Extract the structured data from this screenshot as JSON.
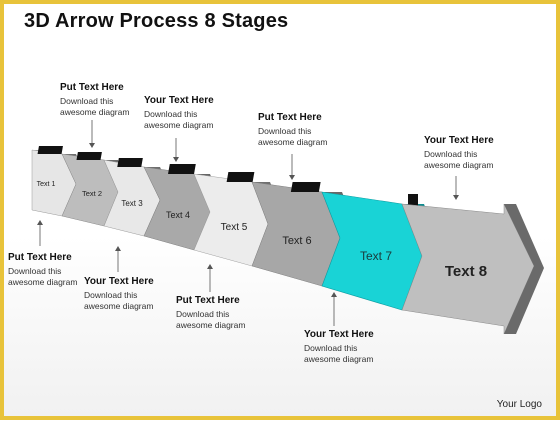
{
  "title": "3D Arrow Process 8 Stages",
  "logo_text": "Your Logo",
  "accent_color": "#19d3d6",
  "stages": [
    {
      "label": "Text 1"
    },
    {
      "label": "Text 2"
    },
    {
      "label": "Text 3"
    },
    {
      "label": "Text 4"
    },
    {
      "label": "Text 5"
    },
    {
      "label": "Text 6"
    },
    {
      "label": "Text 7"
    },
    {
      "label": "Text 8"
    }
  ],
  "callouts": [
    {
      "heading": "Put Text Here",
      "body": "Download this awesome diagram"
    },
    {
      "heading": "Your Text Here",
      "body": "Download this awesome diagram"
    },
    {
      "heading": "Put Text Here",
      "body": "Download this awesome diagram"
    },
    {
      "heading": "Your Text Here",
      "body": "Download this awesome diagram"
    },
    {
      "heading": "Put Text Here",
      "body": "Download this awesome diagram"
    },
    {
      "heading": "Your Text Here",
      "body": "Download this awesome diagram"
    },
    {
      "heading": "Put Text Here",
      "body": "Download this awesome diagram"
    },
    {
      "heading": "Your Text Here",
      "body": "Download this awesome diagram"
    }
  ]
}
